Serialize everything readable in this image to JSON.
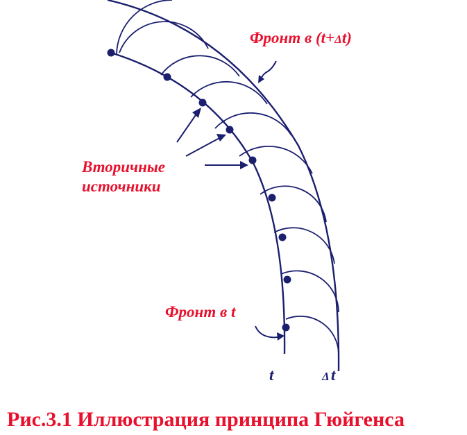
{
  "labels": {
    "front_later_prefix": "Фронт в (",
    "front_later_t": "t",
    "front_later_plus": "+",
    "front_later_delta": "Δ",
    "front_later_t2": "t",
    "front_later_suffix": ")",
    "secondary_line1": "Вторичные",
    "secondary_line2": "источники",
    "front_now": "Фронт в t",
    "axis_t": "t",
    "axis_delta": "Δ",
    "axis_dt": "t"
  },
  "caption": "Рис.3.1   Иллюстрация принципа Гюйгенса",
  "colors": {
    "label_red": "#e8112d",
    "line_navy": "#1b1f6e"
  }
}
